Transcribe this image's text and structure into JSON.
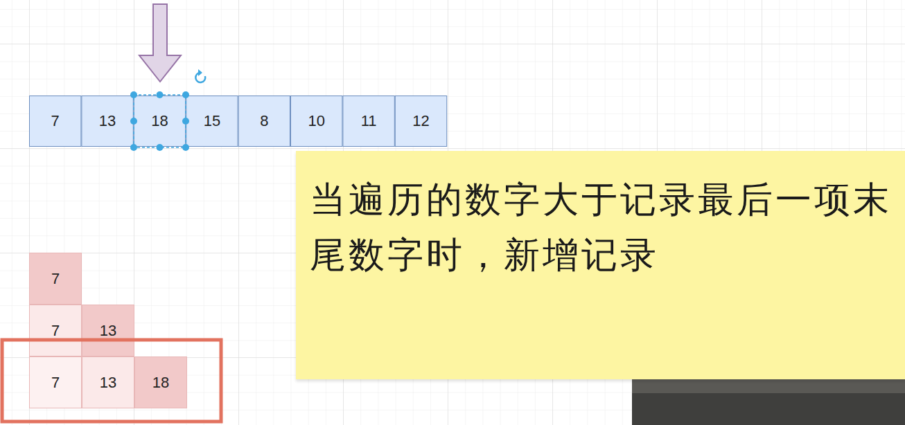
{
  "diagram": {
    "nodes": [
      {
        "text": [
          "7"
        ]
      },
      {
        "text": [
          "13"
        ]
      },
      {
        "text": [
          "18"
        ]
      },
      {
        "text": [
          "15"
        ]
      },
      {
        "text": [
          "8"
        ]
      },
      {
        "text": [
          "10"
        ]
      },
      {
        "text": [
          "11"
        ]
      },
      {
        "text": [
          "12"
        ]
      },
      {
        "text": [
          "当遍历的数字大于记录最后一项末尾数字时，新增记录"
        ]
      },
      {
        "text": [
          "7"
        ]
      },
      {
        "text": [
          "7"
        ]
      },
      {
        "text": [
          "13"
        ]
      },
      {
        "text": [
          "7"
        ]
      },
      {
        "text": [
          "13"
        ]
      },
      {
        "text": [
          "18"
        ]
      }
    ]
  }
}
